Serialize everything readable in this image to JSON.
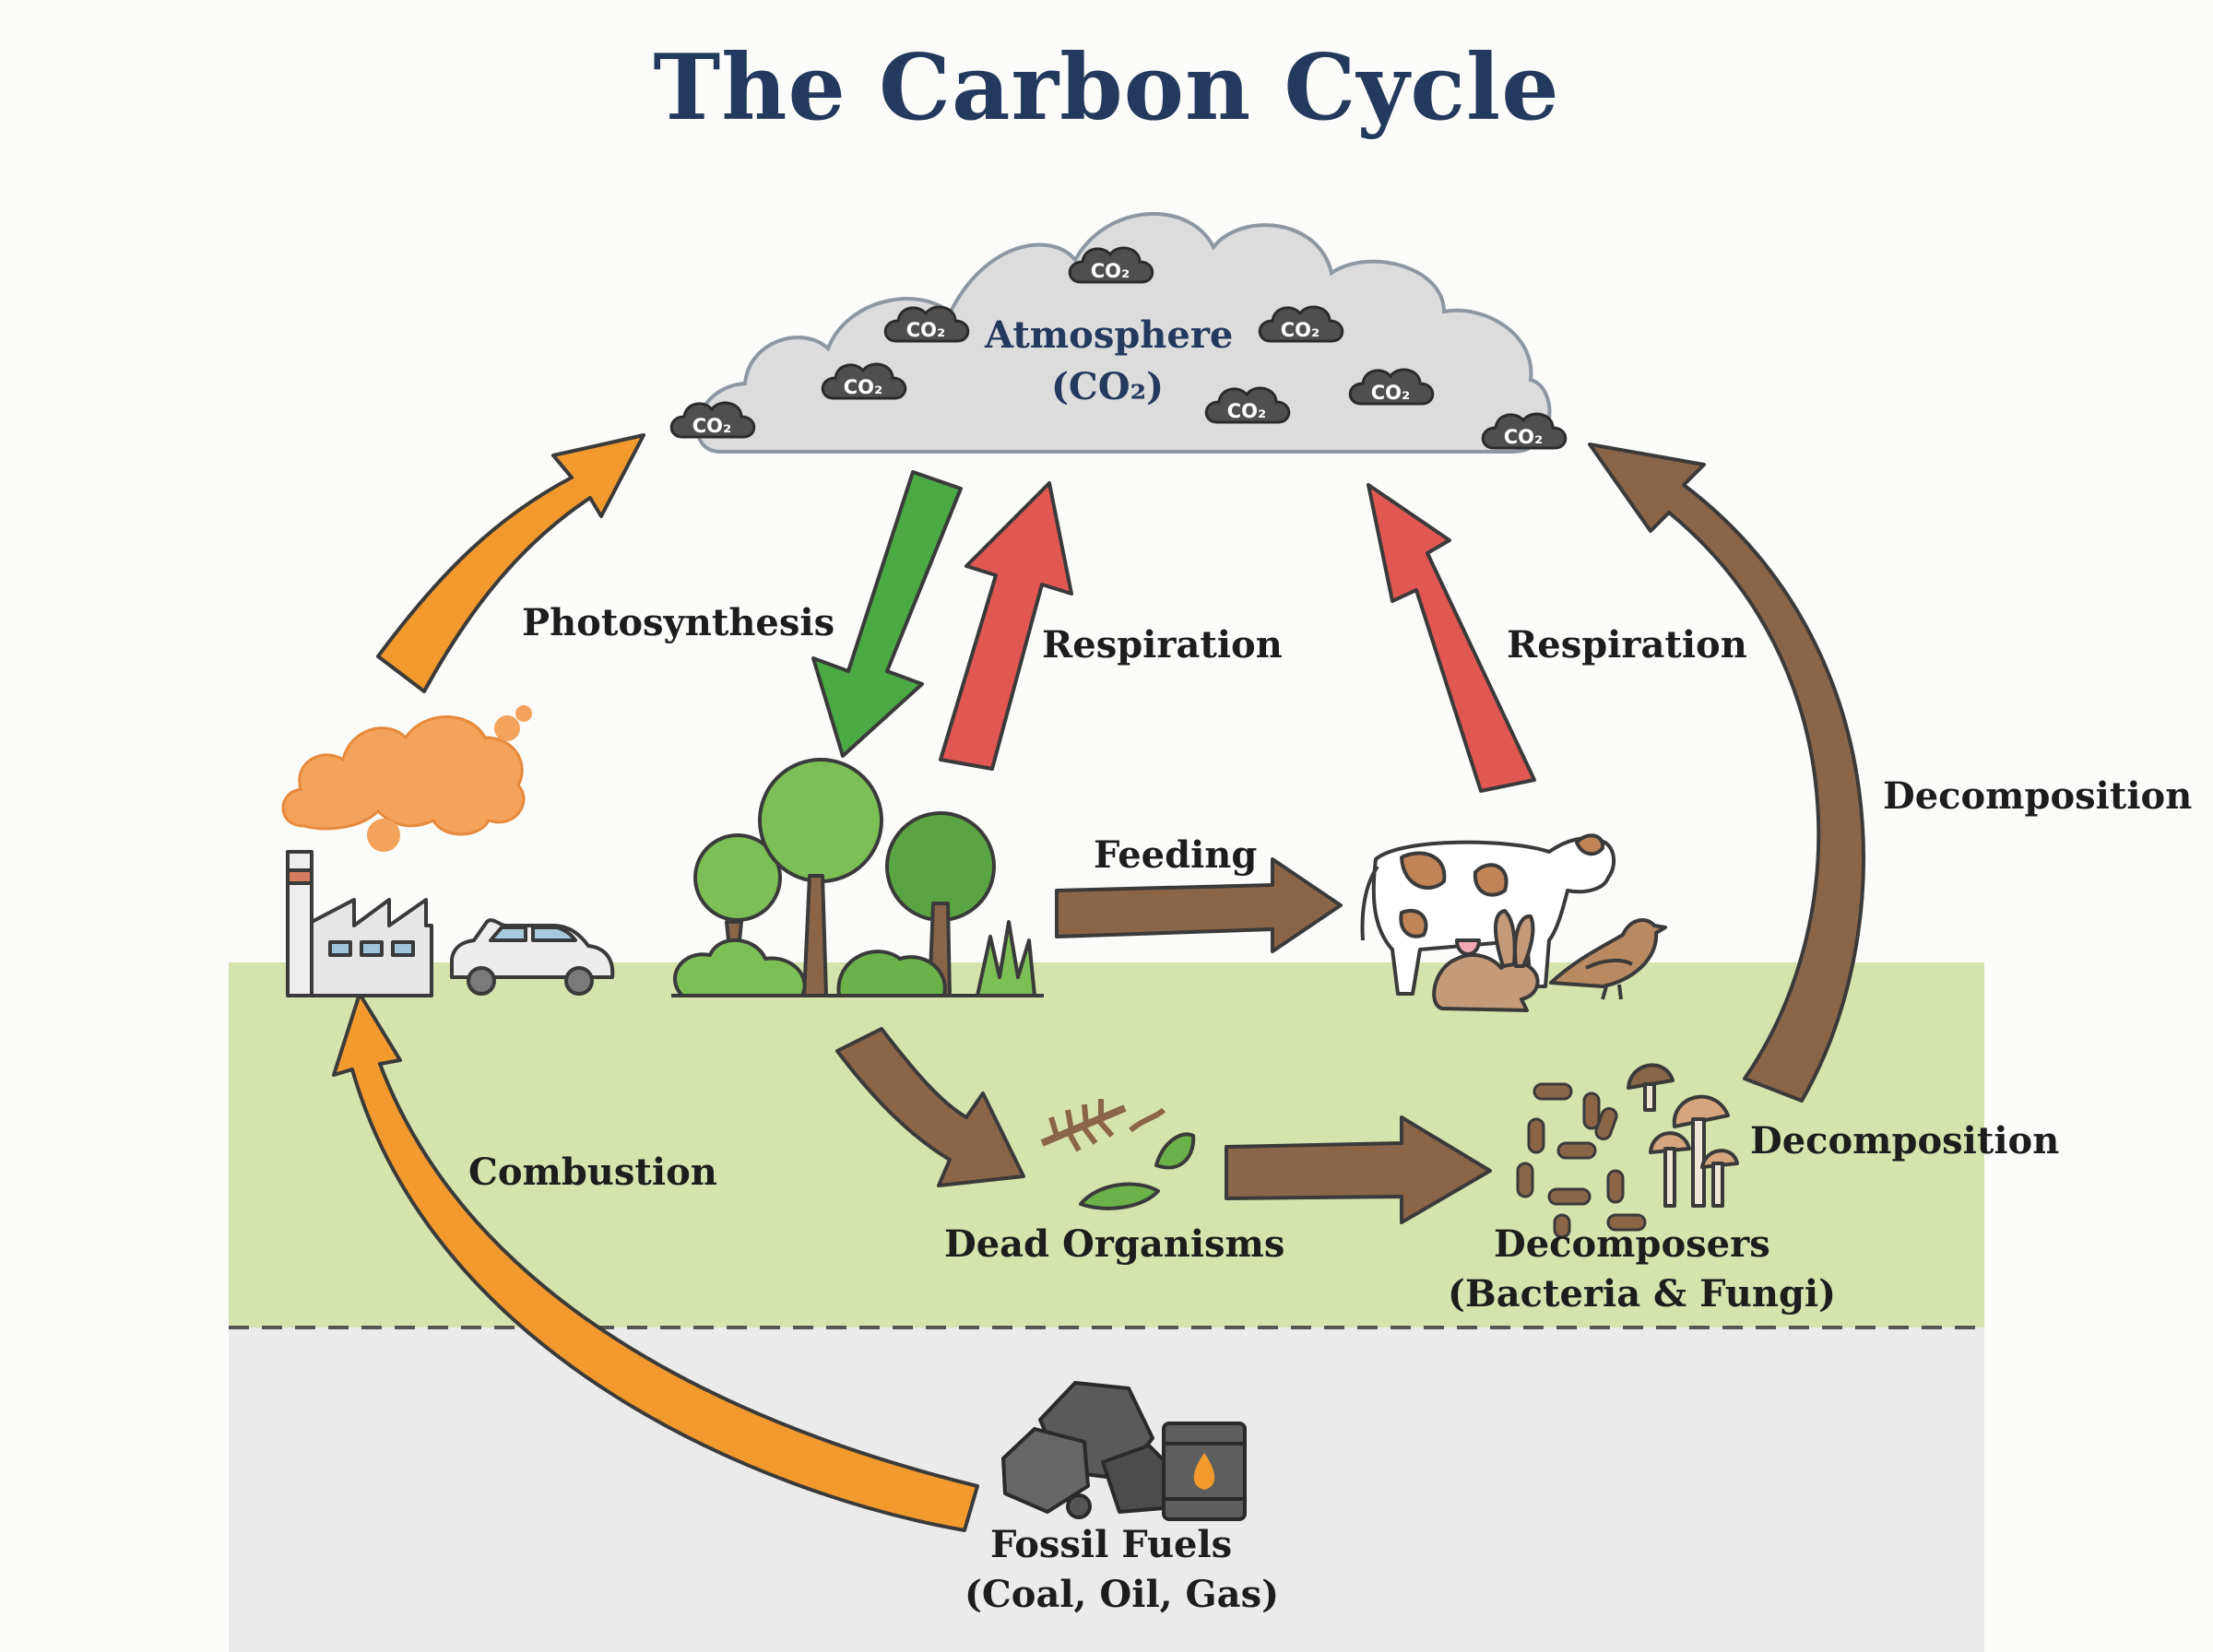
{
  "title": "The Carbon Cycle",
  "atmosphere": {
    "line1": "Atmosphere",
    "line2": "(CO₂)",
    "bubble_label": "CO₂"
  },
  "processes": {
    "photosynthesis": "Photosynthesis",
    "respiration_plants": "Respiration",
    "respiration_animals": "Respiration",
    "feeding": "Feeding",
    "decomposition_upper": "Decomposition",
    "decomposition_lower": "Decomposition",
    "combustion": "Combustion"
  },
  "nodes": {
    "dead_organisms": "Dead Organisms",
    "decomposers_line1": "Decomposers",
    "decomposers_line2": "(Bacteria & Fungi)",
    "fossil_line1": "Fossil Fuels",
    "fossil_line2": "(Coal, Oil, Gas)"
  },
  "colors": {
    "title": "#23395d",
    "orange_arrow": "#f29a2e",
    "green_arrow": "#4caa45",
    "red_arrow": "#e15752",
    "brown_arrow": "#8b6548",
    "ground": "#d5e3ad",
    "underground": "#ebebec",
    "cloud": "#dcdcdd",
    "co2_bubble": "#4f4f4f"
  },
  "icons": [
    "cloud-icon",
    "co2-bubble-icon",
    "factory-icon",
    "smoke-icon",
    "car-icon",
    "trees-icon",
    "cow-icon",
    "rabbit-icon",
    "bird-icon",
    "dead-leaves-icon",
    "bacteria-icon",
    "mushroom-icon",
    "coal-icon",
    "oil-barrel-icon"
  ]
}
